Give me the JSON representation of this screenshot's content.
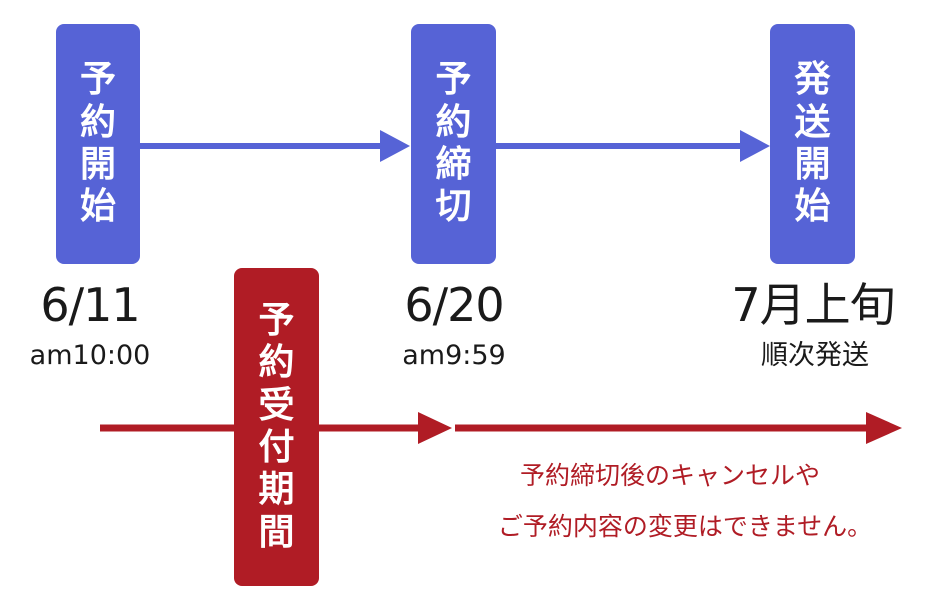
{
  "milestones": [
    {
      "label": "予約開始",
      "date": "6/11",
      "time": "am10:00"
    },
    {
      "label": "予約締切",
      "date": "6/20",
      "time": "am9:59"
    },
    {
      "label": "発送開始",
      "date": "7月上旬",
      "time": "順次発送"
    }
  ],
  "period_label": "予約受付期間",
  "notice": {
    "line1": "予約締切後のキャンセルや",
    "line2": "ご予約内容の変更はできません。"
  },
  "colors": {
    "blue": "#5663d6",
    "red": "#b01c25"
  }
}
